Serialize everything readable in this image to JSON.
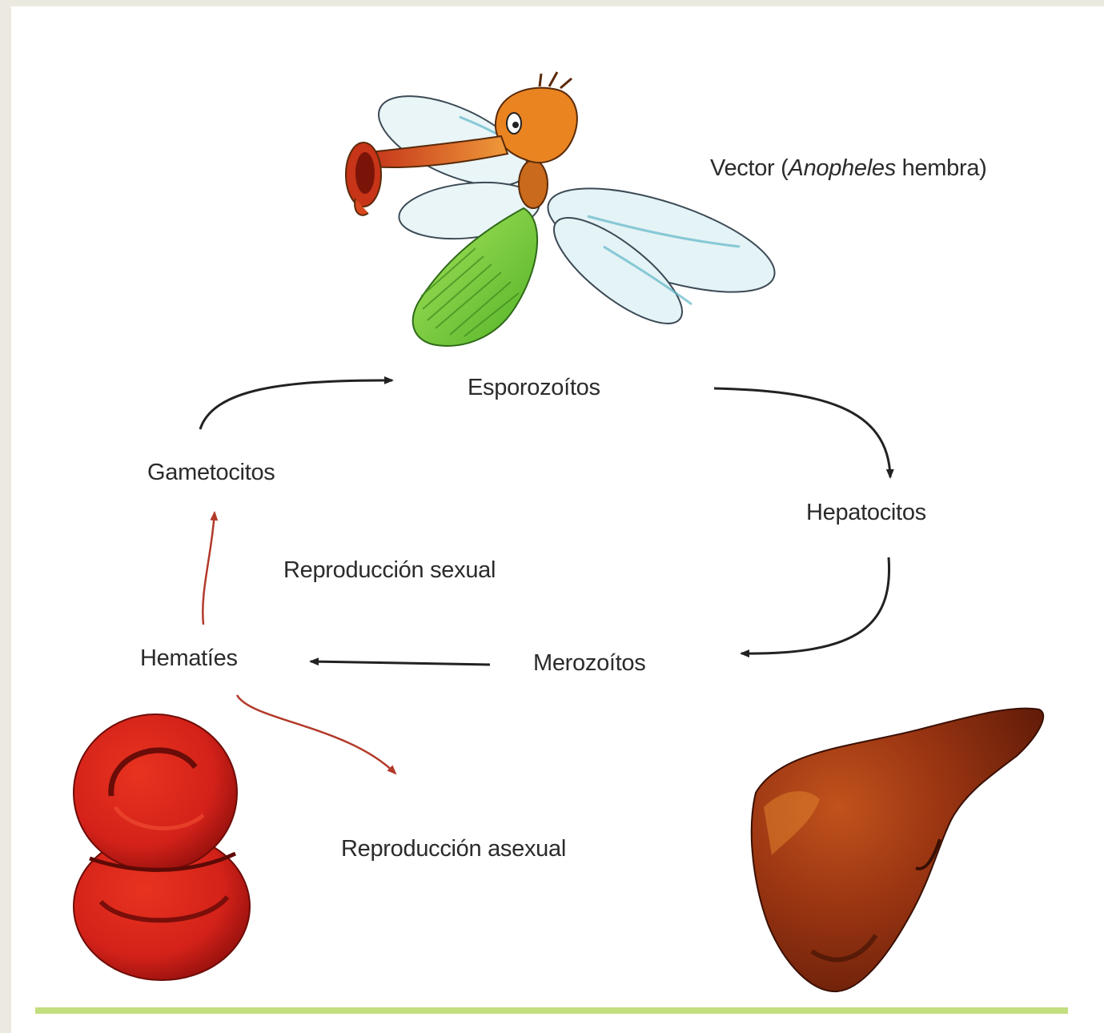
{
  "labels": {
    "vector_prefix": "Vector (",
    "vector_genus": "Anopheles",
    "vector_suffix": " hembra)",
    "esporozoitos": "Esporozoítos",
    "hepatocitos": "Hepatocitos",
    "merozoitos": "Merozoítos",
    "hematies": "Hematíes",
    "gametocitos": "Gametocitos",
    "reproduccion_sexual": "Reproducción sexual",
    "reproduccion_asexual": "Reproducción asexual"
  },
  "colors": {
    "background": "#ece9e0",
    "panel": "#ffffff",
    "text": "#2c2a2a",
    "cycle_arrow": "#222222",
    "red_arrow": "#b23a2a",
    "red_blood_cell": "#d7261a",
    "liver": "#8a2c0e",
    "mosquito_body": "#7fd13b",
    "mosquito_head": "#e07a1e",
    "wing_tint": "#dff1f4",
    "bottom_rule": "#b8d86a"
  },
  "icons": {
    "vector": "mosquito-icon",
    "blood_cells": "red-blood-cells-icon",
    "liver": "liver-icon"
  }
}
